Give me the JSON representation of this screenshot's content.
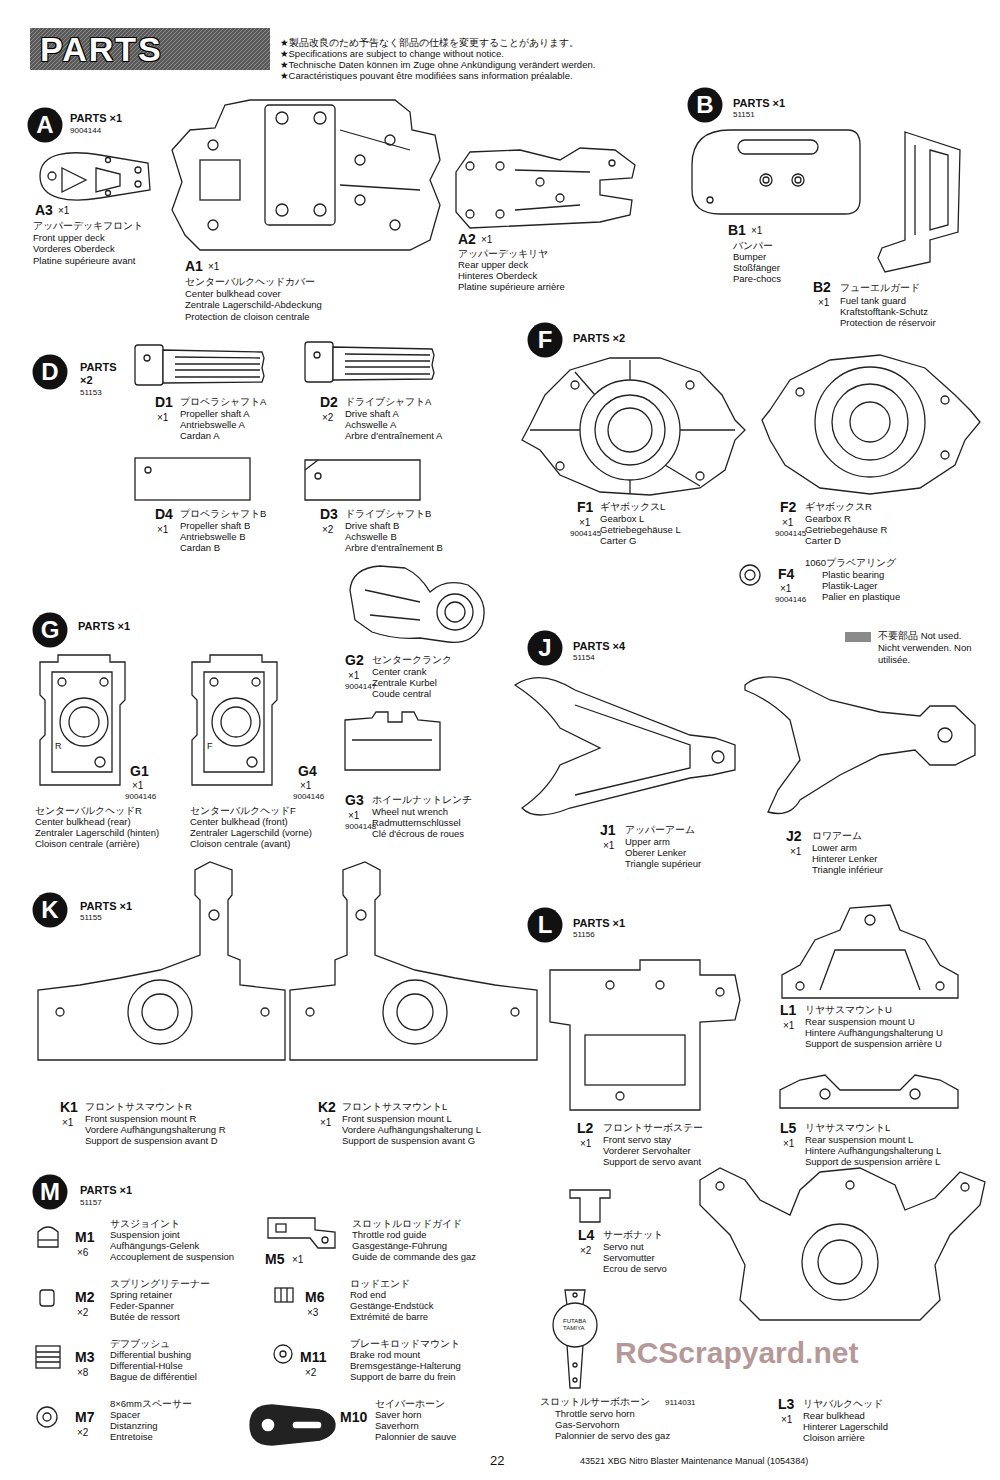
{
  "diagram": {
    "title": "PARTS",
    "nodes": [
      {
        "text": [
          "A"
        ]
      },
      {
        "text": [
          "B"
        ]
      },
      {
        "text": [
          "D"
        ]
      },
      {
        "text": [
          "F"
        ]
      },
      {
        "text": [
          "G"
        ]
      },
      {
        "text": [
          "J"
        ]
      },
      {
        "text": [
          "K"
        ]
      },
      {
        "text": [
          "L"
        ]
      },
      {
        "text": [
          "M"
        ]
      }
    ],
    "labels": [
      "★製品改良のため予告なく部品の仕様を変更することがあります。",
      "★Specifications are subject to change without notice.",
      "★Technische Daten können im Zuge ohne Ankündigung verändert werden.",
      "★Caractéristiques pouvant être modifiées sans information préalable.",
      "PARTS ×1",
      "9004144",
      "A3",
      "×1",
      "アッパーデッキフロント",
      "Front upper deck",
      "Vorderes Oberdeck",
      "Platine supérieure avant",
      "A1",
      "×1",
      "センターバルクヘッドカバー",
      "Center bulkhead cover",
      "Zentrale Lagerschild-Abdeckung",
      "Protection de cloison centrale",
      "A2",
      "×1",
      "アッパーデッキリヤ",
      "Rear upper deck",
      "Hinteres Oberdeck",
      "Platine supérieure arrière",
      "PARTS ×1",
      "51151",
      "B1",
      "×1",
      "バンパー",
      "Bumper",
      "Stoßfänger",
      "Pare-chocs",
      "B2",
      "フューエルガード",
      "×1",
      "Fuel tank guard",
      "Kraftstofftank-Schutz",
      "Protection de réservoir",
      "PARTS",
      "×2",
      "51153",
      "D1",
      "プロペラシャフトA",
      "×1",
      "Propeller shaft A",
      "Antriebswelle A",
      "Cardan A",
      "D2",
      "ドライブシャフトA",
      "×2",
      "Drive shaft A",
      "Achswelle A",
      "Arbre d'entraînement A",
      "D4",
      "プロペラシャフトB",
      "×1",
      "Propeller shaft B",
      "Antriebswelle B",
      "Cardan B",
      "D3",
      "ドライブシャフトB",
      "×2",
      "Drive shaft B",
      "Achswelle B",
      "Arbre d'entraînement B",
      "PARTS ×2",
      "F1",
      "ギヤボックスL",
      "×1",
      "9004145",
      "Gearbox L",
      "Getriebegehäuse L",
      "Carter G",
      "F2",
      "ギヤボックスR",
      "×1",
      "9004145",
      "Gearbox R",
      "Getriebegehäuse R",
      "Carter D",
      "F4",
      "1060プラベアリング",
      "×1",
      "9004146",
      "Plastic bearing",
      "Plastik-Lager",
      "Palier en plastique",
      "PARTS ×1",
      "G1",
      "×1",
      "9004146",
      "センターバルクヘッドR",
      "Center bulkhead (rear)",
      "Zentraler Lagerschild (hinten)",
      "Cloison centrale (arrière)",
      "G4",
      "×1",
      "9004146",
      "センターバルクヘッドF",
      "Center bulkhead (front)",
      "Zentraler Lagerschild (vorne)",
      "Cloison centrale (avant)",
      "G2",
      "センタークランク",
      "×1",
      "9004147",
      "Center crank",
      "Zentrale Kurbel",
      "Coude central",
      "G3",
      "ホイールナットレンチ",
      "×1",
      "9004148",
      "Wheel nut wrench",
      "Radmutternschlüssel",
      "Clé d'écrous de roues",
      "R",
      "F",
      "PARTS ×4",
      "51154",
      "J1",
      "アッパーアーム",
      "×1",
      "Upper arm",
      "Oberer Lenker",
      "Triangle supérieur",
      "J2",
      "ロワアーム",
      "×1",
      "Lower arm",
      "Hinterer Lenker",
      "Triangle inférieur",
      "PARTS ×1",
      "51155",
      "K1",
      "フロントサスマウントR",
      "×1",
      "Front suspension mount R",
      "Vordere Aufhängungshalterung R",
      "Support de suspension avant D",
      "K2",
      "フロントサスマウントL",
      "×1",
      "Front suspension mount L",
      "Vordere Aufhängungshalterung L",
      "Support de suspension avant G",
      "PARTS ×1",
      "51156",
      "L2",
      "フロントサーボステー",
      "×1",
      "Front servo stay",
      "Vorderer Servohalter",
      "Support de servo avant",
      "L1",
      "リヤサスマウントU",
      "×1",
      "Rear suspension mount U",
      "Hintere Aufhängungshalterung U",
      "Support de suspension arrière U",
      "L5",
      "リヤサスマウントL",
      "×1",
      "Rear suspension mount L",
      "Hintere Aufhängungshalterung L",
      "Support de suspension arrière L",
      "L4",
      "サーボナット",
      "×2",
      "Servo nut",
      "Servomutter",
      "Ecrou de servo",
      "FUTABA",
      "TAMIYA",
      "スロットルサーボホーン",
      "9114031",
      "Throttle servo horn",
      "Gas-Servohorn",
      "Palonnier de servo des gaz",
      "L3",
      "リヤバルクヘッド",
      "×1",
      "Rear bulkhead",
      "Hinterer Lagerschild",
      "Cloison arrière",
      "RCScrapyard.net",
      "PARTS ×1",
      "51157",
      "M1",
      "×6",
      "サスジョイント",
      "Suspension joint",
      "Aufhängungs-Gelenk",
      "Accouplement de suspension",
      "M2",
      "×2",
      "スプリングリテーナー",
      "Spring retainer",
      "Feder-Spanner",
      "Butée de ressort",
      "M3",
      "×8",
      "デフブッシュ",
      "Differential bushing",
      "Differential-Hülse",
      "Bague de différentiel",
      "M7",
      "×2",
      "8×6mmスペーサー",
      "Spacer",
      "Distanzring",
      "Entretoise",
      "M5",
      "×1",
      "スロットルロッドガイド",
      "Throttle rod guide",
      "Gasgestänge-Führung",
      "Guide de commande des gaz",
      "M6",
      "×3",
      "ロッドエンド",
      "Rod end",
      "Gestänge-Endstück",
      "Extrémité de barre",
      "M11",
      "×2",
      "ブレーキロッドマウント",
      "Brake rod mount",
      "Bremsgestänge-Halterung",
      "Support de barre du frein",
      "M10",
      "セイバーホーン",
      "Saver horn",
      "Saverhorn",
      "Palonnier de sauve",
      "22",
      "43521 XBG Nitro Blaster Maintenance Manual (1054384)"
    ],
    "legend": [
      {
        "text": "不要部品 Not used. Nicht verwenden. Non utilisée.",
        "color": "#8a8a8a"
      }
    ]
  }
}
